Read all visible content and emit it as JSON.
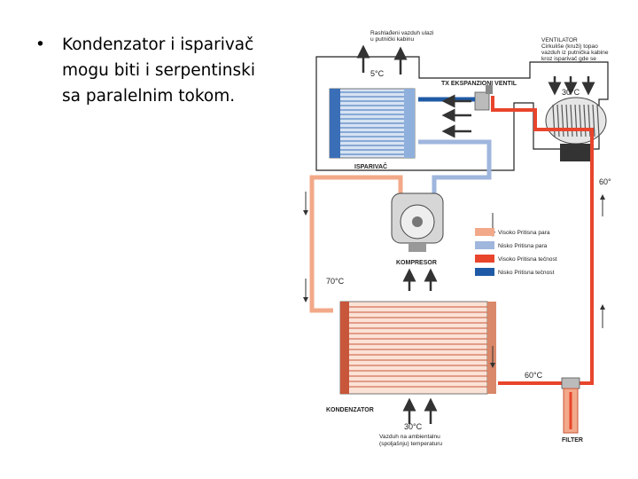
{
  "slide": {
    "bullet": "•",
    "text_lines": [
      "Kondenzator i isparivač",
      "mogu biti i serpentinski",
      "sa paralelnim tokom."
    ]
  },
  "diagram": {
    "cooled_air": [
      "Rashlađeni vazduh ulazi",
      "u putnički kabinu"
    ],
    "ventilator": [
      "VENTILATOR",
      "Cirkuliše (kruži) topao",
      "vazduh iz putnička kabine",
      "kroz isparivač gde se"
    ],
    "tx_valve": "TX EKSPANZIONI VENTIL",
    "evaporator": "ISPARIVAČ",
    "compressor": "KOMPRESOR",
    "condenser": "KONDENZATOR",
    "filter": "FILTER",
    "ambient_air": [
      "Vazduh na ambientalnu",
      "(spoljašnju) temperaturu"
    ],
    "temps": {
      "t5": "5°C",
      "t30_top": "30°C",
      "t60_right": "60°",
      "t70": "70°C",
      "t60_bottom": "60°C",
      "t30_bottom": "30°C"
    },
    "legend": [
      {
        "label": "Visoko Pritisna para",
        "color": "#f2a98a"
      },
      {
        "label": "Nisko Pritisna para",
        "color": "#9fb6dd"
      },
      {
        "label": "Visoko Pritisna tečnost",
        "color": "#e8452c"
      },
      {
        "label": "Nisko Pritisna tečnost",
        "color": "#1f5aa6"
      }
    ]
  }
}
